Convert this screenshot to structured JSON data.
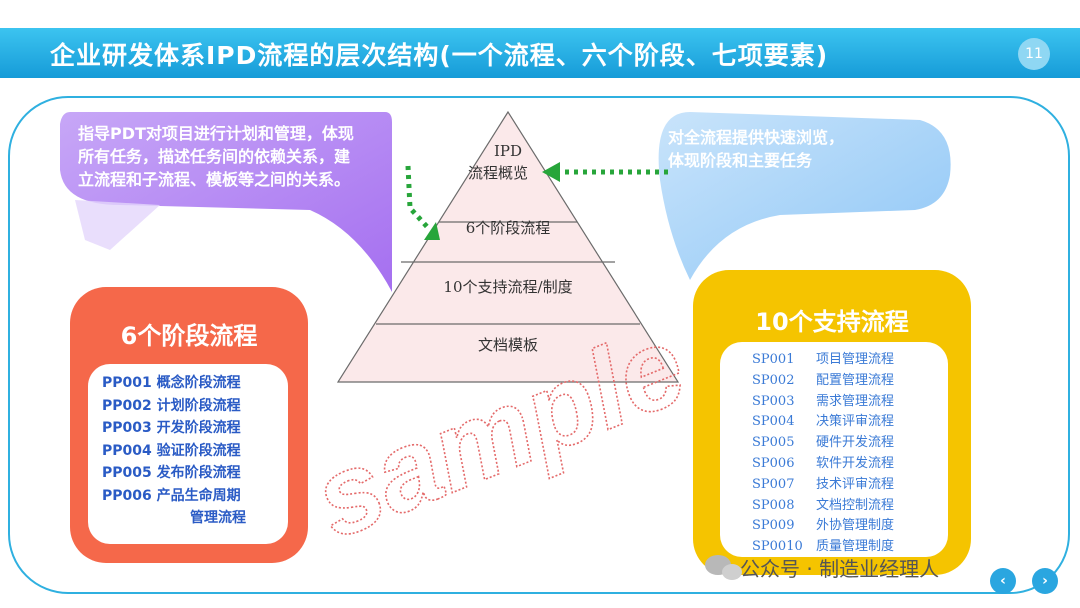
{
  "header": {
    "title": "企业研发体系IPD流程的层次结构(一个流程、六个阶段、七项要素)",
    "page_number": "11"
  },
  "callouts": {
    "left": {
      "lines": [
        "指导PDT对项目进行计划和管理，体现",
        "所有任务，描述任务间的依赖关系，建",
        "立流程和子流程、模板等之间的关系。"
      ]
    },
    "right": {
      "lines": [
        "对全流程提供快速浏览，",
        "体现阶段和主要任务"
      ]
    }
  },
  "pyramid": {
    "levels": [
      "IPD",
      "流程概览",
      "6个阶段流程",
      "10个支持流程/制度",
      "文档模板"
    ]
  },
  "stage_box": {
    "title": "6个阶段流程",
    "items": [
      "PP001 概念阶段流程",
      "PP002 计划阶段流程",
      "PP003 开发阶段流程",
      "PP004 验证阶段流程",
      "PP005 发布阶段流程",
      "PP006 产品生命周期"
    ],
    "item_continuation": "管理流程"
  },
  "support_box": {
    "title": "10个支持流程",
    "items": [
      {
        "code": "SP001",
        "name": "项目管理流程"
      },
      {
        "code": "SP002",
        "name": "配置管理流程"
      },
      {
        "code": "SP003",
        "name": "需求管理流程"
      },
      {
        "code": "SP004",
        "name": "决策评审流程"
      },
      {
        "code": "SP005",
        "name": "硬件开发流程"
      },
      {
        "code": "SP006",
        "name": "软件开发流程"
      },
      {
        "code": "SP007",
        "name": "技术评审流程"
      },
      {
        "code": "SP008",
        "name": "文档控制流程"
      },
      {
        "code": "SP009",
        "name": "外协管理制度"
      },
      {
        "code": "SP0010",
        "name": "质量管理制度"
      }
    ]
  },
  "watermark": {
    "sample": "sample",
    "account": "公众号 · 制造业经理人"
  },
  "nav": {
    "prev": "‹",
    "next": "›"
  },
  "colors": {
    "accent": "#1aa0dc",
    "stage_box": "#f5684a",
    "support_box": "#f5c400",
    "left_callout": "#b07cf0",
    "right_callout": "#9ecdf7",
    "arrow": "#27a53a"
  }
}
